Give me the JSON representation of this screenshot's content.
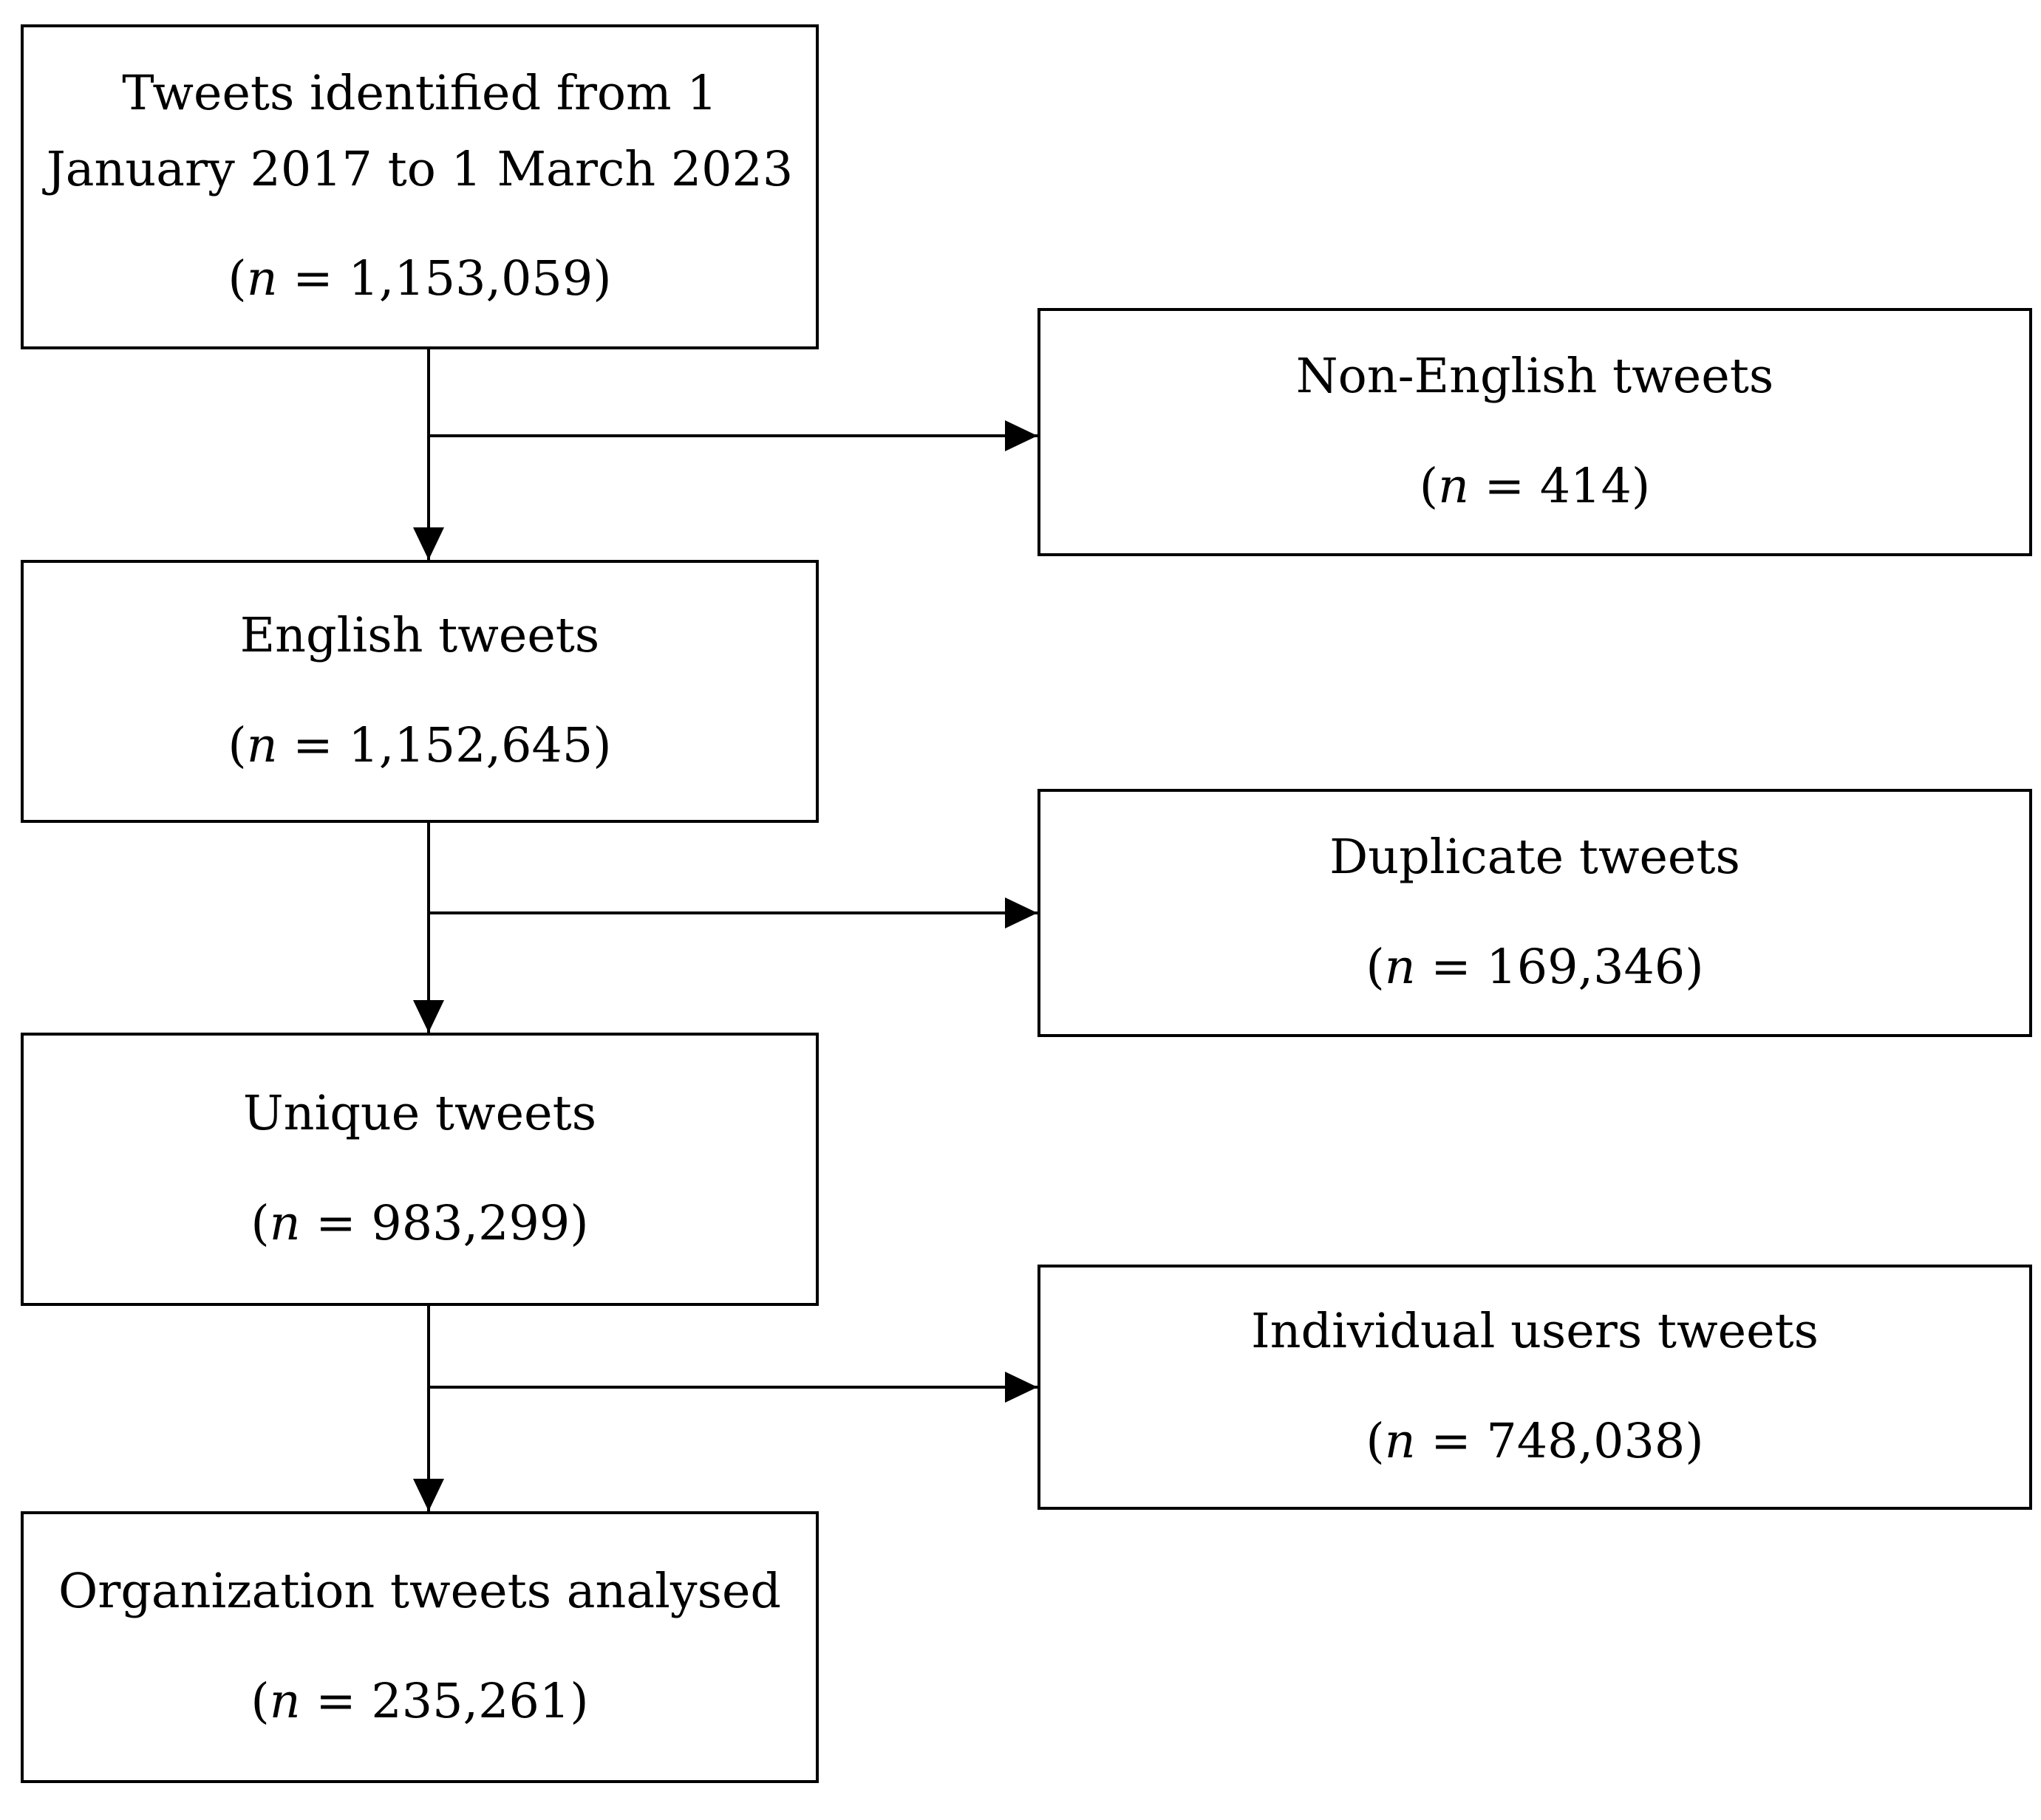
{
  "diagram": {
    "type": "flowchart",
    "background": "#ffffff",
    "line_color": "#000000",
    "boxes": {
      "identified": {
        "title_line1": "Tweets identified from 1",
        "title_line2": "January 2017 to 1 March 2023",
        "stat_open": "(",
        "stat_symbol": "n",
        "stat_rest": " = 1,153,059)"
      },
      "non_english": {
        "title_line1": "Non-English tweets",
        "stat_open": "(",
        "stat_symbol": "n",
        "stat_rest": " = 414)"
      },
      "english": {
        "title_line1": "English tweets",
        "stat_open": "(",
        "stat_symbol": "n",
        "stat_rest": " = 1,152,645)"
      },
      "duplicate": {
        "title_line1": "Duplicate tweets",
        "stat_open": "(",
        "stat_symbol": "n",
        "stat_rest": " = 169,346)"
      },
      "unique": {
        "title_line1": "Unique tweets",
        "stat_open": "(",
        "stat_symbol": "n",
        "stat_rest": " = 983,299)"
      },
      "individual": {
        "title_line1": "Individual users tweets",
        "stat_open": "(",
        "stat_symbol": "n",
        "stat_rest": " = 748,038)"
      },
      "organization": {
        "title_line1": "Organization tweets analysed",
        "stat_open": "(",
        "stat_symbol": "n",
        "stat_rest": " = 235,261)"
      }
    }
  }
}
